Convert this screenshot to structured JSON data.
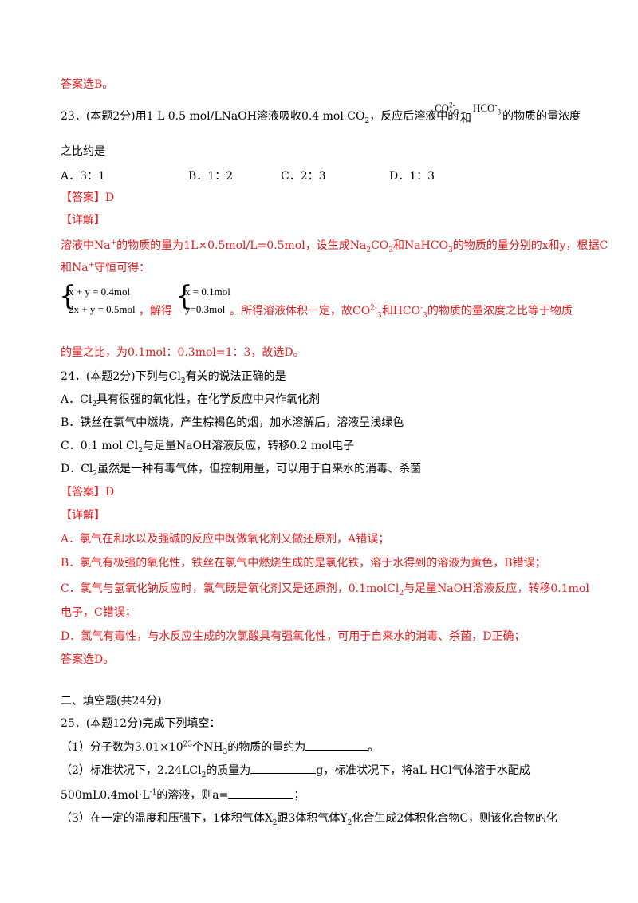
{
  "prev_answer": "答案选B。",
  "q23": {
    "stem_a": "23．(本题2分)用1 L 0.5 mol/LNaOH溶液吸收0.4 mol CO",
    "stem_b": "，反应后溶液中的",
    "co3": "CO",
    "he": "和",
    "hco3": "HCO",
    "stem_c": "的物质的量浓度",
    "stem_d": "之比约是",
    "options": [
      "A．3：1",
      "B．1：2",
      "C．2：3",
      "D．1：3"
    ],
    "answer": "【答案】D",
    "detail_label": "【详解】",
    "detail_1a": "溶液中Na",
    "detail_1b": "的物质的量为1L×0.5mol/L=0.5mol，设生成Na",
    "detail_1c": "CO",
    "detail_1d": "和NaHCO",
    "detail_1e": "的物质的量分别的x和y，根据C",
    "detail_2a": "和Na",
    "detail_2b": "守恒可得：",
    "eq1": "x + y = 0.4mol",
    "eq2": "2x + y = 0.5mol",
    "solve": "，解得",
    "sol1": "x = 0.1mol",
    "sol2": "y=0.3mol",
    "detail_3a": "。所得溶液体积一定，故CO",
    "detail_3b": "和HCO",
    "detail_3c": "的物质的量浓度之比等于物质",
    "detail_4": "的量之比，为0.1mol：0.3mol=1：3，故选D。"
  },
  "q24": {
    "stem_a": "24．(本题2分)下列与Cl",
    "stem_b": "有关的说法正确的是",
    "optA_a": "A．Cl",
    "optA_b": "具有很强的氧化性，在化学反应中只作氧化剂",
    "optB": "B．铁丝在氯气中燃烧，产生棕褐色的烟，加水溶解后，溶液呈浅绿色",
    "optC_a": "C．0.1 mol Cl",
    "optC_b": "与足量NaOH溶液反应，转移0.2 mol电子",
    "optD_a": "D．Cl",
    "optD_b": "虽然是一种有毒气体，但控制用量，可以用于自来水的消毒、杀菌",
    "answer": "【答案】D",
    "detail_label": "【详解】",
    "exp_A": "A．氯气在和水以及强碱的反应中既做氧化剂又做还原剂，A错误；",
    "exp_B": "B．氯气有极强的氧化性，铁丝在氯气中燃烧生成的是氯化铁，溶于水得到的溶液为黄色，B错误；",
    "exp_C_a": "C．氯气与氢氧化钠反应时，氯气既是氧化剂又是还原剂，0.1molCl",
    "exp_C_b": "与足量NaOH溶液反应，转移0.1mol",
    "exp_C_2": "电子，C错误；",
    "exp_D": "D．氯气有毒性，与水反应生成的次氯酸具有强氧化性，可用于自来水的消毒、杀菌，D正确；",
    "final": "答案选D。"
  },
  "section2": "二、填空题(共24分)",
  "q25": {
    "stem": "25．(本题12分)完成下列填空：",
    "p1_a": "（1）分子数为3.01×10",
    "p1_exp": "23",
    "p1_b": "个NH",
    "p1_c": "的物质的量约为",
    "p1_d": "。",
    "p2_a": "（2）标准状况下，2.24LCl",
    "p2_b": "的质量为",
    "p2_c": "g，标准状况下，将aL HCl气体溶于水配成",
    "p2_d": "500mL0.4mol·L",
    "p2_exp": "-1",
    "p2_e": "的溶液，则a=",
    "p2_f": "；",
    "p3_a": "（3）在一定的温度和压强下，1体积气体X",
    "p3_b": "跟3体积气体Y",
    "p3_c": "化合生成2体积化合物C，则该化合物的化"
  }
}
